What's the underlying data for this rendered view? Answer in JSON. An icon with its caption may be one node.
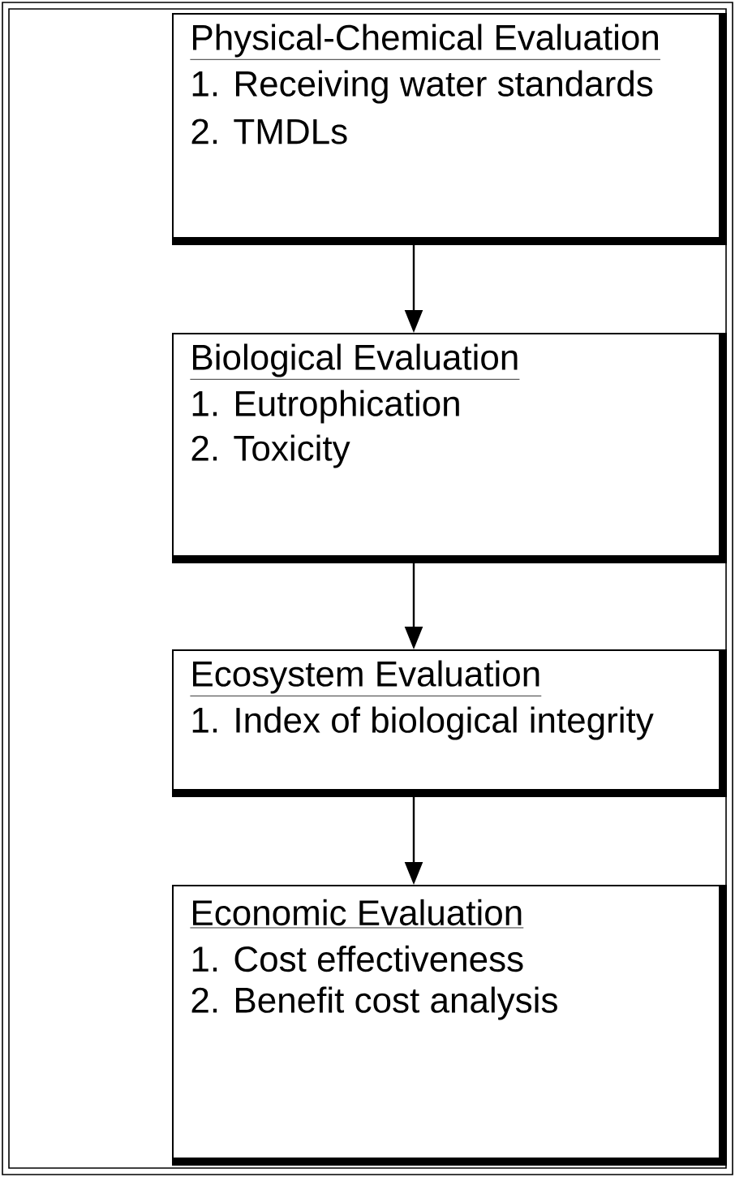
{
  "diagram": {
    "nodes": [
      {
        "text": [
          "Physical-Chemical Evaluation",
          "1. Receiving water standards",
          "2. TMDLs"
        ]
      },
      {
        "text": [
          "Biological Evaluation",
          "1. Eutrophication",
          "2. Toxicity"
        ]
      },
      {
        "text": [
          "Ecosystem Evaluation",
          "1. Index of biological integrity"
        ]
      },
      {
        "text": [
          "Economic Evaluation",
          "1. Cost effectiveness",
          "2. Benefit cost analysis"
        ]
      }
    ],
    "edges": [
      {
        "from": 0,
        "to": 1,
        "arrow": "to"
      },
      {
        "from": 1,
        "to": 2,
        "arrow": "to"
      },
      {
        "from": 2,
        "to": 3,
        "arrow": "to"
      }
    ]
  }
}
